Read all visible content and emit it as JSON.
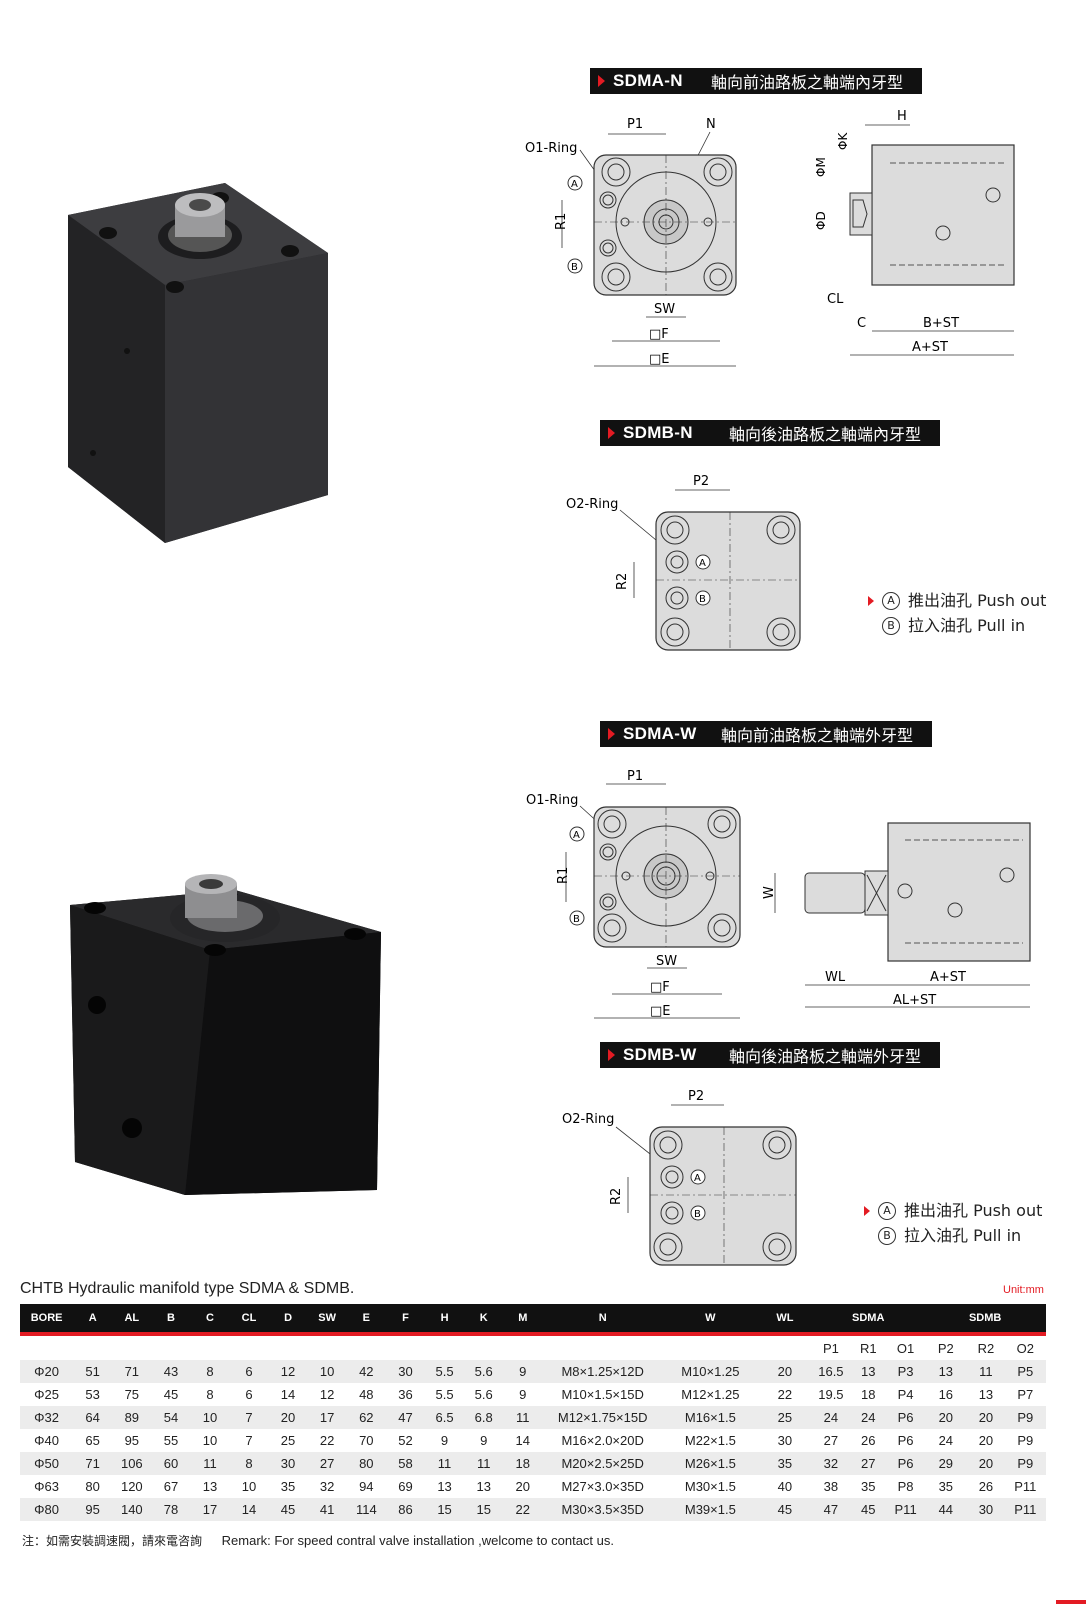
{
  "sections": {
    "sdma_n": {
      "code": "SDMA-N",
      "desc": "軸向前油路板之軸端內牙型"
    },
    "sdmb_n": {
      "code": "SDMB-N",
      "desc": "軸向後油路板之軸端內牙型"
    },
    "sdma_w": {
      "code": "SDMA-W",
      "desc": "軸向前油路板之軸端外牙型"
    },
    "sdmb_w": {
      "code": "SDMB-W",
      "desc": "軸向後油路板之軸端外牙型"
    }
  },
  "drawing_labels": {
    "o1_ring": "O1-Ring",
    "o2_ring": "O2-Ring",
    "p1": "P1",
    "p2": "P2",
    "n": "N",
    "r1": "R1",
    "r2": "R2",
    "sw": "SW",
    "f": "□F",
    "e": "□E",
    "h": "H",
    "k": "ΦK",
    "m": "ΦM",
    "d": "ΦD",
    "cl": "CL",
    "c": "C",
    "b_st": "B+ST",
    "a_st": "A+ST",
    "w": "W",
    "wl": "WL",
    "al_st": "AL+ST",
    "port_a": "A",
    "port_b": "B"
  },
  "legend": {
    "a_mark": "A",
    "a_text": "推出油孔 Push out",
    "b_mark": "B",
    "b_text": "拉入油孔 Pull in"
  },
  "table": {
    "title": "CHTB Hydraulic manifold type SDMA & SDMB.",
    "unit": "Unit:mm",
    "headers": [
      "BORE",
      "A",
      "AL",
      "B",
      "C",
      "CL",
      "D",
      "SW",
      "E",
      "F",
      "H",
      "K",
      "M",
      "N",
      "W",
      "WL",
      "SDMA",
      "SDMB"
    ],
    "sub_headers": [
      "P1",
      "R1",
      "O1",
      "P2",
      "R2",
      "O2"
    ],
    "rows": [
      [
        "Φ20",
        "51",
        "71",
        "43",
        "8",
        "6",
        "12",
        "10",
        "42",
        "30",
        "5.5",
        "5.6",
        "9",
        "M8×1.25×12D",
        "M10×1.25",
        "20",
        "16.5",
        "13",
        "P3",
        "13",
        "11",
        "P5"
      ],
      [
        "Φ25",
        "53",
        "75",
        "45",
        "8",
        "6",
        "14",
        "12",
        "48",
        "36",
        "5.5",
        "5.6",
        "9",
        "M10×1.5×15D",
        "M12×1.25",
        "22",
        "19.5",
        "18",
        "P4",
        "16",
        "13",
        "P7"
      ],
      [
        "Φ32",
        "64",
        "89",
        "54",
        "10",
        "7",
        "20",
        "17",
        "62",
        "47",
        "6.5",
        "6.8",
        "11",
        "M12×1.75×15D",
        "M16×1.5",
        "25",
        "24",
        "24",
        "P6",
        "20",
        "20",
        "P9"
      ],
      [
        "Φ40",
        "65",
        "95",
        "55",
        "10",
        "7",
        "25",
        "22",
        "70",
        "52",
        "9",
        "9",
        "14",
        "M16×2.0×20D",
        "M22×1.5",
        "30",
        "27",
        "26",
        "P6",
        "24",
        "20",
        "P9"
      ],
      [
        "Φ50",
        "71",
        "106",
        "60",
        "11",
        "8",
        "30",
        "27",
        "80",
        "58",
        "11",
        "11",
        "18",
        "M20×2.5×25D",
        "M26×1.5",
        "35",
        "32",
        "27",
        "P6",
        "29",
        "20",
        "P9"
      ],
      [
        "Φ63",
        "80",
        "120",
        "67",
        "13",
        "10",
        "35",
        "32",
        "94",
        "69",
        "13",
        "13",
        "20",
        "M27×3.0×35D",
        "M30×1.5",
        "40",
        "38",
        "35",
        "P8",
        "35",
        "26",
        "P11"
      ],
      [
        "Φ80",
        "95",
        "140",
        "78",
        "17",
        "14",
        "45",
        "41",
        "114",
        "86",
        "15",
        "15",
        "22",
        "M30×3.5×35D",
        "M39×1.5",
        "45",
        "47",
        "45",
        "P11",
        "44",
        "30",
        "P11"
      ]
    ]
  },
  "note": {
    "cn": "注：如需安裝調速閥，請來電咨詢",
    "en": "Remark: For speed contral valve installation ,welcome to contact us."
  },
  "colors": {
    "accent": "#e31b23",
    "banner": "#111111",
    "plate": "#dcdcdc"
  }
}
